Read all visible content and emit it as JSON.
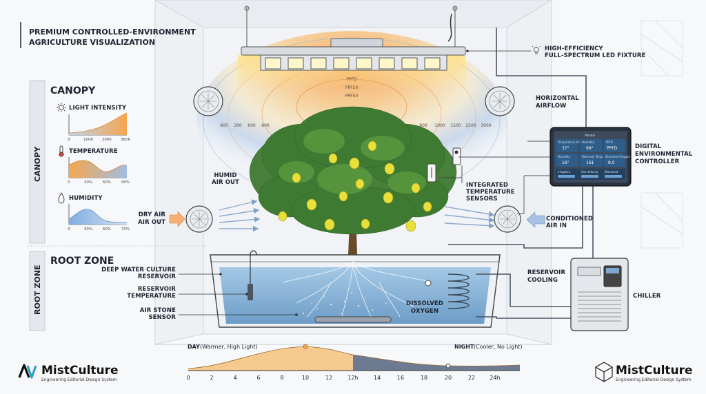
{
  "header": {
    "title_line1": "PREMIUM CONTROLLED-ENVIRONMENT",
    "title_line2": "AGRICULTURE VISUALIZATION"
  },
  "side_tabs": {
    "canopy": "CANOPY",
    "root_zone": "ROOT ZONE"
  },
  "canopy": {
    "heading": "CANOPY",
    "light": {
      "label": "LIGHT INTENSITY",
      "icon": "sun-icon",
      "ticks": [
        "0",
        "100K",
        "200K",
        "360K"
      ]
    },
    "temperature": {
      "label": "TEMPERATURE",
      "icon": "thermometer-icon",
      "ticks": [
        "0",
        "30%",
        "60%",
        "90%"
      ]
    },
    "humidity": {
      "label": "HUMIDITY",
      "icon": "droplet-icon",
      "ticks": [
        "0",
        "30%",
        "60%",
        "70%"
      ]
    }
  },
  "root": {
    "heading": "ROOT ZONE"
  },
  "ppfd": {
    "inner": [
      "PPFD",
      "PPF50",
      "PPF50"
    ],
    "left_scale": [
      "800",
      "300",
      "600",
      "800"
    ],
    "right_scale": [
      "800",
      "1000",
      "1500",
      "2500",
      "3000"
    ]
  },
  "labels": {
    "led_line1": "HIGH-EFFICIENCY",
    "led_line2": "FULL-SPECTRUM LED FIXTURE",
    "airflow_line1": "HORIZONTAL",
    "airflow_line2": "AIRFLOW",
    "controller_line1": "DIGITAL",
    "controller_line2": "ENVIRONMENTAL",
    "controller_line3": "CONTROLLER",
    "sensors_line1": "INTEGRATED",
    "sensors_line2": "TEMPERATURE",
    "sensors_line3": "SENSORS",
    "humid_line1": "HUMID",
    "humid_line2": "AIR OUT",
    "dry_line1": "DRY AIR",
    "dry_line2": "AIR OUT",
    "conditioned_line1": "CONDITIONED",
    "conditioned_line2": "AIR IN",
    "dwc_line1": "DEEP WATER CULTURE",
    "dwc_line2": "RESERVOIR",
    "res_temp_line1": "RESERVOIR",
    "res_temp_line2": "TEMPERATURE",
    "airstone_line1": "AIR STONE",
    "airstone_line2": "SENSOR",
    "dissolved_line1": "DISSOLVED",
    "dissolved_line2": "OXYGEN",
    "res_cooling_line1": "RESERVOIR",
    "res_cooling_line2": "COOLING",
    "chiller": "CHILLER"
  },
  "controller": {
    "header": "Monitor",
    "tiles": [
      {
        "title": "Temperature Air",
        "value": "37°"
      },
      {
        "title": "Humidity",
        "value": "99°"
      },
      {
        "title": "PPFD",
        "value": "PPFD"
      },
      {
        "title": "Humidity",
        "value": "16°"
      },
      {
        "title": "Reservoir Temp",
        "value": "161"
      },
      {
        "title": "Dissolved Oxygen",
        "value": "8.0"
      }
    ],
    "bottom": [
      "Irrigation",
      "Gas Velocity",
      "Dissolved"
    ]
  },
  "timeline": {
    "day_label_bold": "DAY",
    "day_label_rest": "(Warmer, High Light)",
    "night_label_bold": "NIGHT",
    "night_label_rest": "(Cooler, No Light)",
    "ticks": [
      "0",
      "2",
      "4",
      "6",
      "8",
      "10",
      "12",
      "12h",
      "14",
      "16",
      "18",
      "20",
      "22",
      "24h"
    ]
  },
  "brand_left": {
    "name": "MistCulture",
    "tagline": "Engineering Editorial Design System"
  },
  "brand_right": {
    "name": "MistCulture",
    "tagline": "Engineering Editorial Design System"
  },
  "colors": {
    "warm": "#f5a64a",
    "cool": "#6d8fb8",
    "water": "#7fb0d8",
    "leaf": "#3f7a32",
    "lemon": "#e8df3a"
  }
}
